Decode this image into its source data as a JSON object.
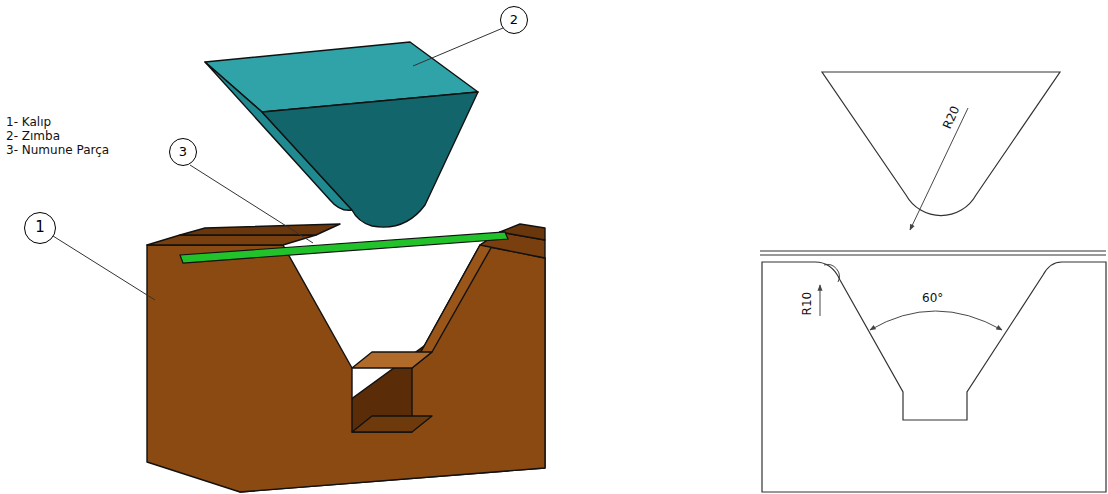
{
  "diagram": {
    "nodes": [
      {
        "text": [
          "2"
        ]
      },
      {
        "text": [
          "3"
        ]
      },
      {
        "text": [
          "1"
        ]
      }
    ],
    "labels": [
      "1- Kalıp",
      "2- Zımba",
      "3- Numune Parça",
      "R20",
      "R10",
      "60°"
    ]
  }
}
